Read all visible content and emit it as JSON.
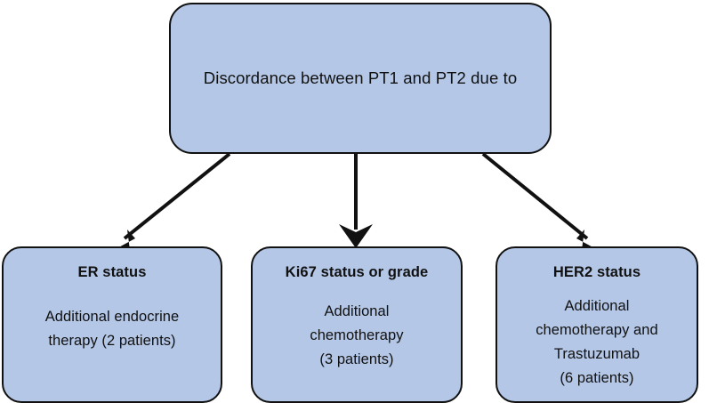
{
  "diagram": {
    "type": "flowchart",
    "orientation": "top-down",
    "colors": {
      "node_fill": "#b4c7e7",
      "node_border": "#111111",
      "arrow": "#111111",
      "text": "#111111",
      "background": "#ffffff"
    },
    "root": {
      "title": "Discordance between PT1 and PT2 due to"
    },
    "branches": [
      {
        "id": "er",
        "title": "ER status",
        "body_lines": [
          "Additional endocrine",
          "therapy (2 patients)"
        ],
        "patients": 2
      },
      {
        "id": "ki67",
        "title": "Ki67 status or grade",
        "body_lines": [
          "Additional",
          "chemotherapy",
          "(3 patients)"
        ],
        "patients": 3
      },
      {
        "id": "her2",
        "title": "HER2 status",
        "body_lines": [
          "Additional",
          "chemotherapy and",
          "Trastuzumab",
          "(6 patients)"
        ],
        "patients": 6
      }
    ],
    "connectors": [
      {
        "id": "root-to-er",
        "from": "root",
        "to": "er",
        "style": "diagonal-left-arrow"
      },
      {
        "id": "root-to-ki67",
        "from": "root",
        "to": "ki67",
        "style": "vertical-arrow"
      },
      {
        "id": "root-to-her2",
        "from": "root",
        "to": "her2",
        "style": "diagonal-right-arrow"
      }
    ]
  }
}
